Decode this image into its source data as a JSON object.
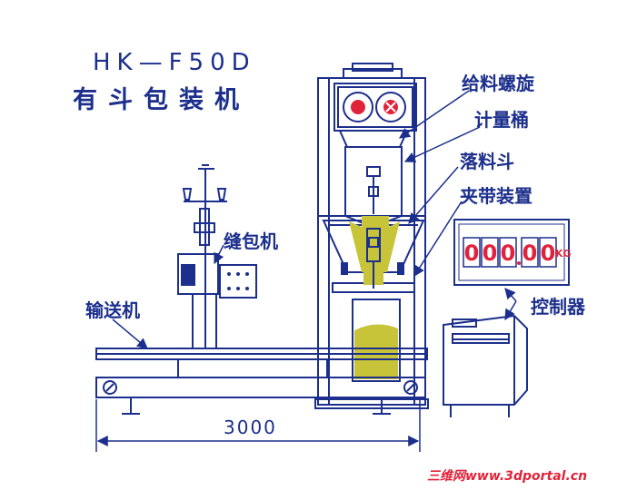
{
  "title": {
    "model": "HK—F50D",
    "name": "有斗包装机"
  },
  "labels": {
    "feed_screw": "给料螺旋",
    "weigh_bucket": "计量桶",
    "drop_hopper": "落料斗",
    "bag_clamp": "夹带装置",
    "sewing_machine": "缝包机",
    "conveyor": "输送机",
    "controller": "控制器"
  },
  "display": {
    "digits": [
      "0",
      "0",
      "0",
      "0",
      "0"
    ],
    "unit": "KG"
  },
  "dimension": "3000",
  "watermark": "三维网www.3dportal.cn",
  "colors": {
    "line": "#1c2f8c",
    "fill": "#c8c43a",
    "digit": "#e0233a"
  }
}
